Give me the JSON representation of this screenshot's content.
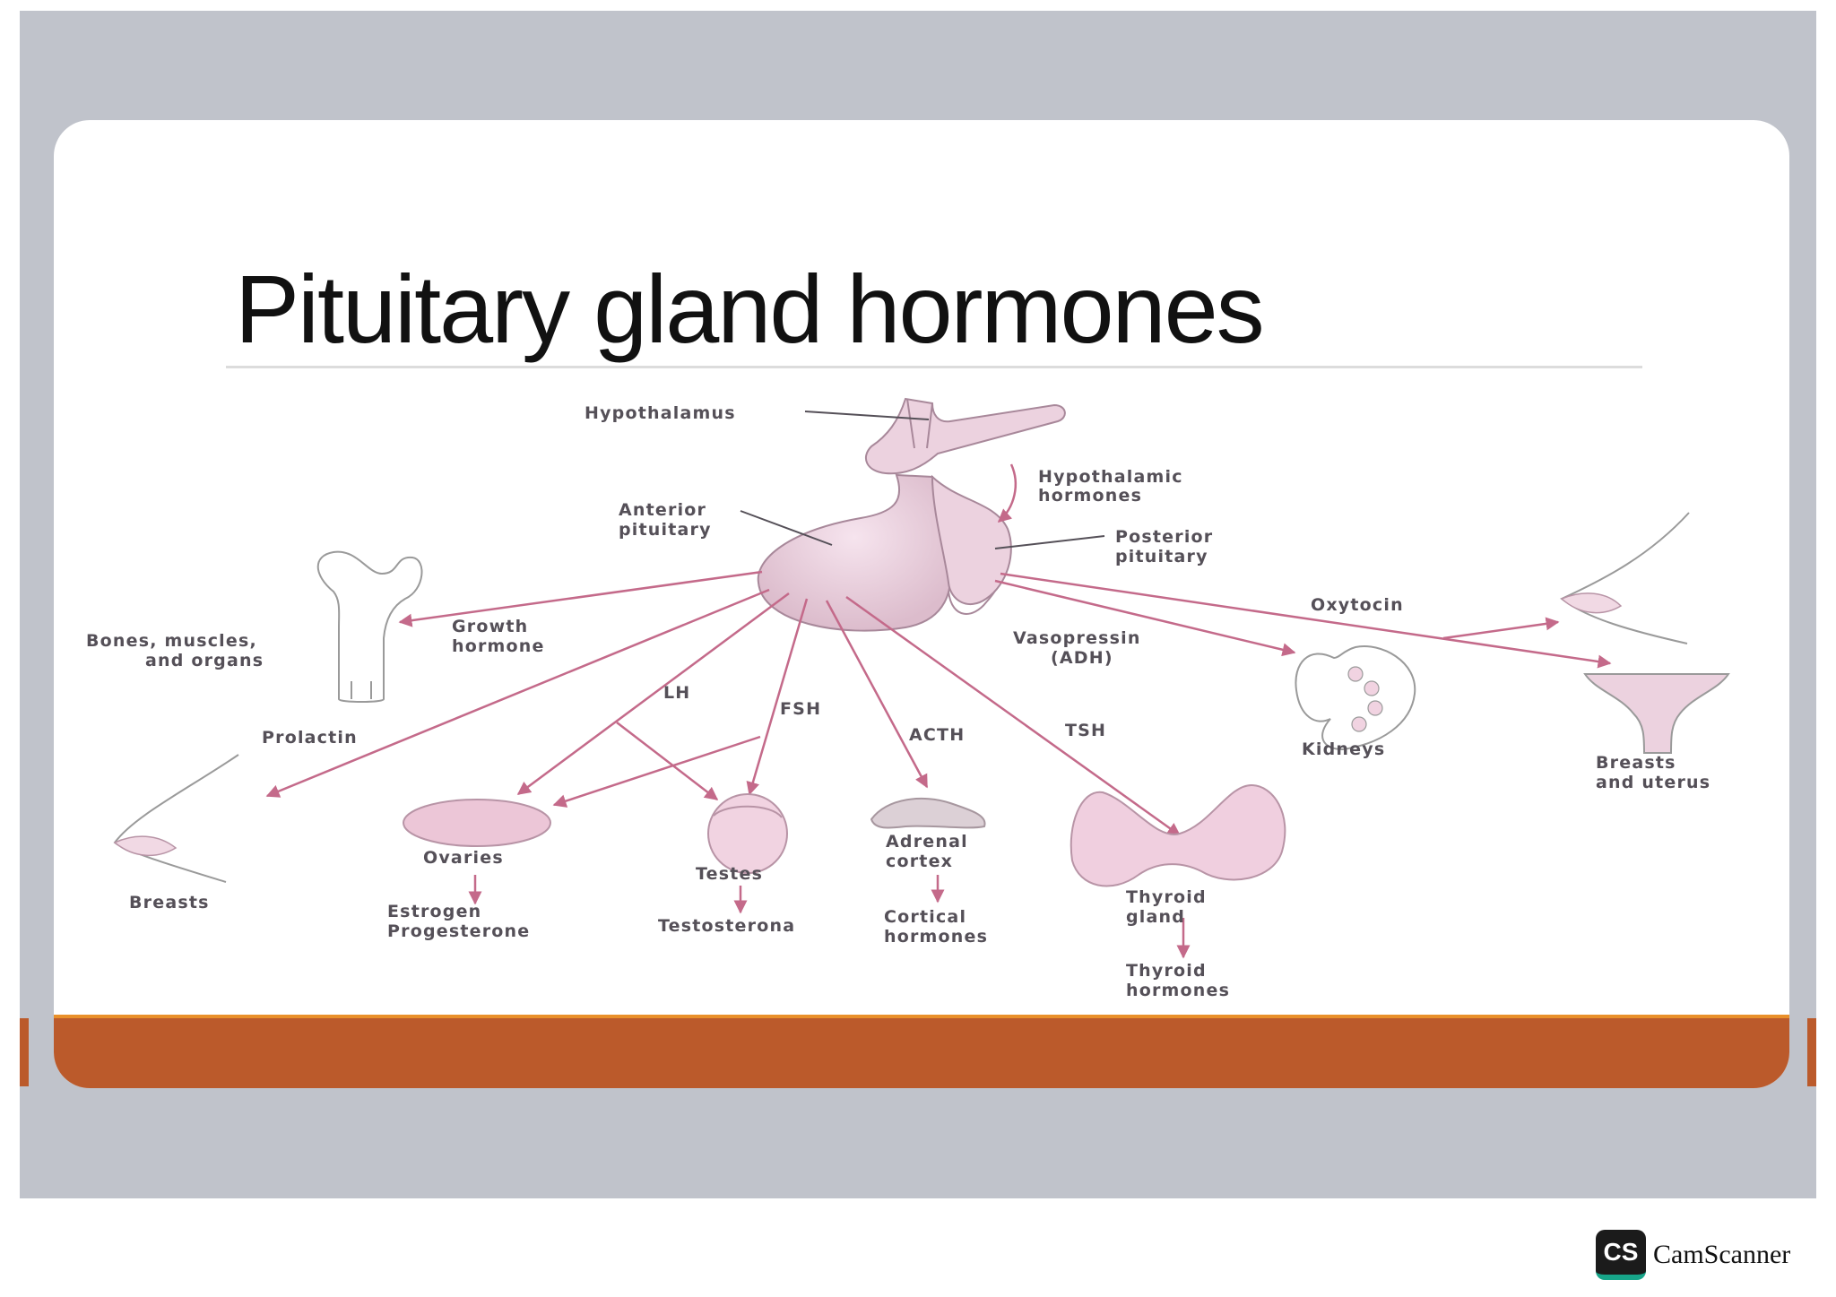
{
  "slide": {
    "title": "Pituitary gland hormones"
  },
  "labels": {
    "hypothalamus": "Hypothalamus",
    "hypothalamic_1": "Hypothalamic",
    "hypothalamic_2": "hormones",
    "anterior_1": "Anterior",
    "anterior_2": "pituitary",
    "posterior_1": "Posterior",
    "posterior_2": "pituitary",
    "bones_1": "Bones, muscles,",
    "bones_2": "and organs",
    "growth_1": "Growth",
    "growth_2": "hormone",
    "prolactin": "Prolactin",
    "lh": "LH",
    "fsh": "FSH",
    "acth": "ACTH",
    "tsh": "TSH",
    "vasopressin_1": "Vasopressin",
    "vasopressin_2": "(ADH)",
    "oxytocin": "Oxytocin",
    "kidneys": "Kidneys",
    "breasts_uterus_1": "Breasts",
    "breasts_uterus_2": "and uterus",
    "breasts": "Breasts",
    "ovaries": "Ovaries",
    "estrogen": "Estrogen",
    "progesterone": "Progesterone",
    "testes": "Testes",
    "testosterone": "Testosterona",
    "adrenal_1": "Adrenal",
    "adrenal_2": "cortex",
    "cortical_1": "Cortical",
    "cortical_2": "hormones",
    "thyroid_1": "Thyroid",
    "thyroid_2": "gland",
    "thyroid_hormones_1": "Thyroid",
    "thyroid_hormones_2": "hormones"
  },
  "brand": {
    "logo": "CS",
    "name": "CamScanner"
  },
  "colors": {
    "arrow": "#c46a8a",
    "organ_fill": "#ecd2df",
    "organ_stroke": "#a8889a",
    "footer": "#bb5a2b",
    "footer_accent": "#e9902a",
    "scan_background": "#c0c3cb"
  }
}
